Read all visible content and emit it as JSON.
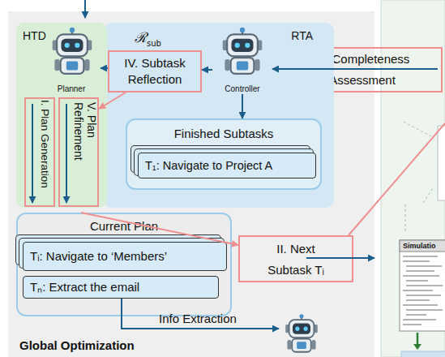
{
  "diagram": {
    "nodes": [
      {
        "text": [
          "Global Optimization"
        ]
      },
      {
        "text": [
          "HTD"
        ],
        "in": 0
      },
      {
        "text": [
          "Planner"
        ],
        "in": 1
      },
      {
        "text": [
          "RTA"
        ],
        "in": 0
      },
      {
        "text": [
          "Controller"
        ],
        "in": 3
      },
      {
        "text": [
          "IV. Subtask Reflection"
        ],
        "in": 3
      },
      {
        "text": [
          "III. Completeness Assessment"
        ]
      },
      {
        "text": [
          "I. Plan Generation"
        ],
        "in": 1
      },
      {
        "text": [
          "V. Plan Refinement"
        ],
        "in": 1
      },
      {
        "text": [
          "Finished Subtasks"
        ],
        "in": 3
      },
      {
        "text": [
          "T₁: Navigate to Project A"
        ],
        "in": 9
      },
      {
        "text": [
          "Current Plan"
        ],
        "in": 0
      },
      {
        "text": [
          "Tᵢ: Navigate to ‘Members’"
        ],
        "in": 11
      },
      {
        "text": [
          "Tₙ: Extract the email"
        ],
        "in": 11
      },
      {
        "text": [
          "II. Next Subtask Tᵢ"
        ],
        "in": 0
      }
    ],
    "edges": [
      {
        "from": 6,
        "to": 4,
        "arrow": "to"
      },
      {
        "from": 5,
        "to": 2,
        "arrow": "to"
      },
      {
        "from": 4,
        "to": 5,
        "arrow": "to"
      },
      {
        "from": 4,
        "to": 9,
        "arrow": "to"
      },
      {
        "from": 5,
        "to": 8,
        "arrow": "to"
      },
      {
        "from": 11,
        "to": 14,
        "arrow": "to"
      }
    ],
    "labels": [
      "ℛ",
      "sub",
      "Info Extraction",
      "Simulatio"
    ]
  }
}
